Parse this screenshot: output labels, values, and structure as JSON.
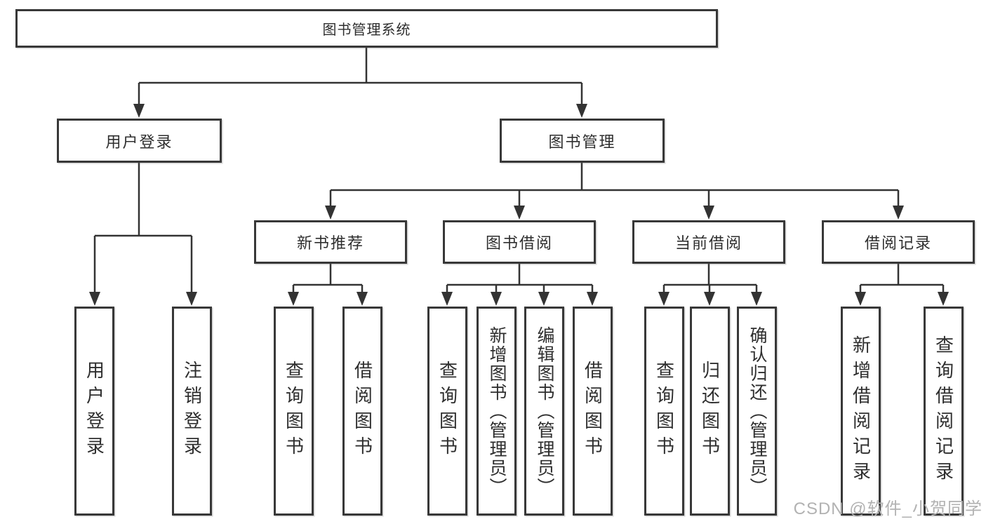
{
  "tree": {
    "label": "图书管理系统",
    "children": [
      {
        "label": "用户登录",
        "children": [
          {
            "label": "用户登录"
          },
          {
            "label": "注销登录"
          }
        ]
      },
      {
        "label": "图书管理",
        "children": [
          {
            "label": "新书推荐",
            "children": [
              {
                "label": "查询图书"
              },
              {
                "label": "借阅图书"
              }
            ]
          },
          {
            "label": "图书借阅",
            "children": [
              {
                "label": "查询图书"
              },
              {
                "label": "新增图书（管理员）"
              },
              {
                "label": "编辑图书（管理员）"
              },
              {
                "label": "借阅图书"
              }
            ]
          },
          {
            "label": "当前借阅",
            "children": [
              {
                "label": "查询图书"
              },
              {
                "label": "归还图书"
              },
              {
                "label": "确认归还（管理员）"
              }
            ]
          },
          {
            "label": "借阅记录",
            "children": [
              {
                "label": "新增借阅记录"
              },
              {
                "label": "查询借阅记录"
              }
            ]
          }
        ]
      }
    ]
  },
  "watermark": "CSDN @软件_小贺同学",
  "colors": {
    "line": "#333333",
    "border": "#383838",
    "text": "#2e2e2e",
    "watermark": "#b2b2b2",
    "background": "#ffffff"
  }
}
